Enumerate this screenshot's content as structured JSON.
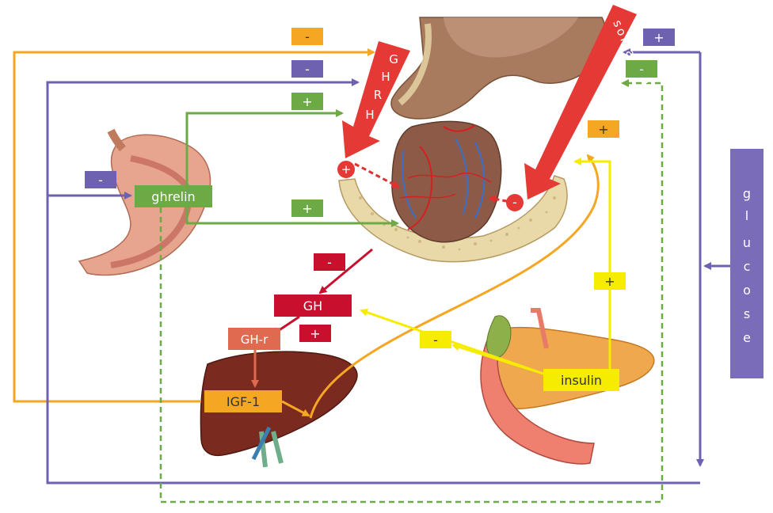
{
  "labels": {
    "ghrh": "GHRH",
    "somatostatin": "somatostatin",
    "ghrelin": "ghrelin",
    "gh": "GH",
    "ghr": "GH-r",
    "igf1": "IGF-1",
    "insulin": "insulin",
    "glucose": "glucose"
  },
  "signs": {
    "igf_to_pituitary": "-",
    "glucose_to_ghrh": "-",
    "ghrelin_to_ghrh": "+",
    "glucose_to_ghrelin": "-",
    "ghrelin_to_pituitary": "+",
    "glucose_to_somatostatin": "+",
    "ghrelin_to_somatostatin": "-",
    "insulin_to_somatostatin_top": "+",
    "insulin_to_somatostatin_mid": "+",
    "gh_to_liver": "-",
    "ghr": "+",
    "insulin_to_gh": "-",
    "ghrh_effect": "+",
    "somatostatin_effect": "-"
  },
  "colors": {
    "orange": "#F5A623",
    "purple": "#6E62B0",
    "green": "#6BAA45",
    "red": "#E03030",
    "darkred": "#C8102E",
    "yellow": "#F5EC00",
    "ghr_box": "#E06A50",
    "glucose_box": "#7A6CB8"
  }
}
